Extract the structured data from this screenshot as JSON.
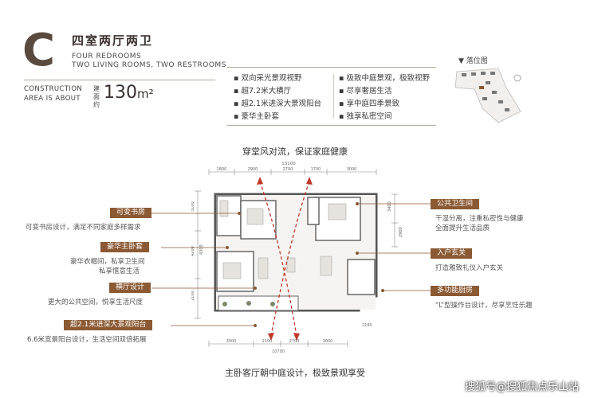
{
  "header": {
    "letter": "C",
    "title_cn": "四室两厅两卫",
    "title_en_line1": "FOUR REDROOMS",
    "title_en_line2": "TWO LIVING ROOMS, TWO RESTROOMS",
    "construction_line1": "CONSTRUCTION",
    "construction_line2": "AREA IS ABOUT",
    "area_cn": "建面约",
    "area_value": "130",
    "area_unit": "m²"
  },
  "features": {
    "left": [
      "双向采光景观视野",
      "超7.2米大横厅",
      "超2.1米进深大景观阳台",
      "豪华主卧套"
    ],
    "right": [
      "极致中庭景观，极致视野",
      "尽享奢居生活",
      "享中庭四季景致",
      "独享私密空间"
    ]
  },
  "key_plan": {
    "label": "落位图"
  },
  "headline_top": "穿堂风对流，保证家庭健康",
  "headline_bottom": "主卧客厅朝中庭设计，极致景观享受",
  "dimensions": {
    "top_total": "13100",
    "top": [
      "1800",
      "2900",
      "2700",
      "1700",
      "3000"
    ],
    "bottom_total": "10700",
    "bottom": [
      "3000",
      "2100",
      "2700",
      "3000"
    ],
    "left": [
      "3100",
      "4200",
      "2100",
      "4300"
    ],
    "right": [
      "3400",
      "2900"
    ],
    "balcony": "2180"
  },
  "callouts_left": [
    {
      "tag": "可变书房",
      "desc": [
        "可变书房设计，满足不同家庭多样需求"
      ]
    },
    {
      "tag": "豪华主卧套",
      "desc": [
        "豪华衣帽间，私享卫生间",
        "私享惬意生活"
      ]
    },
    {
      "tag": "横厅设计",
      "desc": [
        "更大的公共空间，悦享生活尺度"
      ]
    },
    {
      "tag": "超2.1米进深大景观阳台",
      "desc": [
        "6.6米宽景阳台设计，生活空间双倍拓展"
      ]
    }
  ],
  "callouts_right": [
    {
      "tag": "公共卫生间",
      "desc": [
        "干湿分离，注重私密性与健康",
        "全面提升生活品质"
      ]
    },
    {
      "tag": "入户玄关",
      "desc": [
        "打造雅致礼仪入户玄关"
      ]
    },
    {
      "tag": "多功能厨房",
      "desc": [
        "“L”型操作台设计，尽享烹饪乐趣"
      ]
    }
  ],
  "watermark": "搜狐号@搜狐焦点乐山站",
  "colors": {
    "accent": "#8b5a34",
    "dark": "#3b2f2f"
  }
}
